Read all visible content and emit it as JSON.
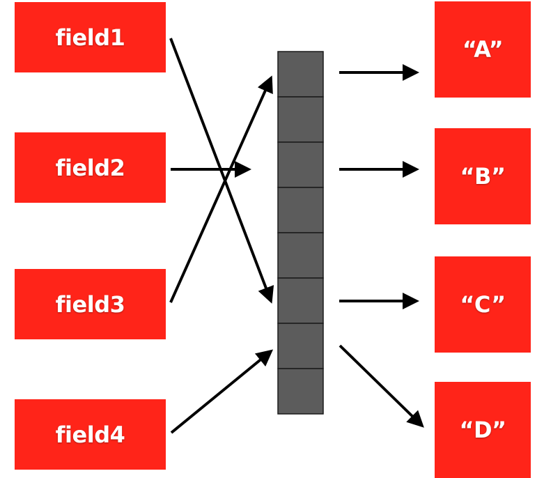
{
  "fields": [
    {
      "label": "field1",
      "slot": 5
    },
    {
      "label": "field2",
      "slot": null
    },
    {
      "label": "field3",
      "slot": 0
    },
    {
      "label": "field4",
      "slot": 6
    }
  ],
  "values": [
    {
      "label": "“A”"
    },
    {
      "label": "“B”"
    },
    {
      "label": "“C”"
    },
    {
      "label": "“D”"
    }
  ],
  "array": {
    "slot_count": 8
  },
  "colors": {
    "box": "#ff2419",
    "box_text": "#ffffff",
    "slot_fill": "#5c5c5c",
    "slot_stroke": "#1a1a1a",
    "arrow": "#000000"
  }
}
